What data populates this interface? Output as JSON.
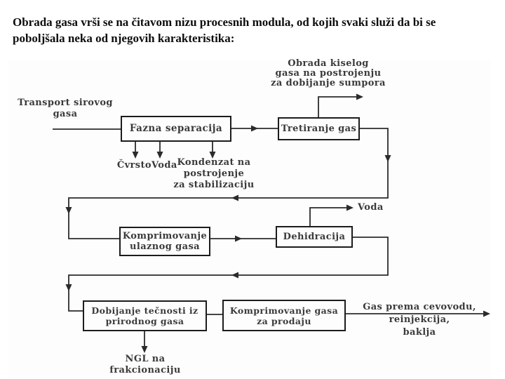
{
  "title": {
    "line1": "Obrada gasa vrši se na čitavom nizu procesnih modula, od kojih svaki služi da bi se",
    "line2": "poboljšala neka od njegovih karakteristika:"
  },
  "diagram": {
    "boxes": {
      "fazna": {
        "label": "Fazna separacija"
      },
      "tretiranje": {
        "label": "Tretiranje gas"
      },
      "komprimovanje_ulaznog": {
        "line1": "Komprimovanje",
        "line2": "ulaznog gasa"
      },
      "dehidracija": {
        "label": "Dehidracija"
      },
      "dobijanje": {
        "line1": "Dobijanje tečnosti iz",
        "line2": "prirodnog gasa"
      },
      "komprimovanje_prodaju": {
        "line1": "Komprimovanje gasa",
        "line2": "za prodaju"
      }
    },
    "labels": {
      "transport": {
        "line1": "Transport sirovog",
        "line2": "gasa"
      },
      "cvrsto": "Čvrsto",
      "voda_separacija": "Voda",
      "kondenzat": {
        "line1": "Kondenzat na",
        "line2": "postrojenje",
        "line3": "za stabilizaciju"
      },
      "obrada_kiselog": {
        "line1": "Obrada kiselog",
        "line2": "gasa na postrojenju",
        "line3": "za dobijanje sumpora"
      },
      "voda_dehidracija": "Voda",
      "gas_izlaz": {
        "line1": "Gas prema cevovodu,",
        "line2": "reinjekcija,",
        "line3": "baklja"
      },
      "ngl": {
        "line1": "NGL na",
        "line2": "frakcionaciju"
      }
    },
    "colors": {
      "line": "#2b2b2b",
      "box_border": "#1c1c1c",
      "text": "#3a3a3a",
      "background": "#fdfdfd"
    }
  }
}
